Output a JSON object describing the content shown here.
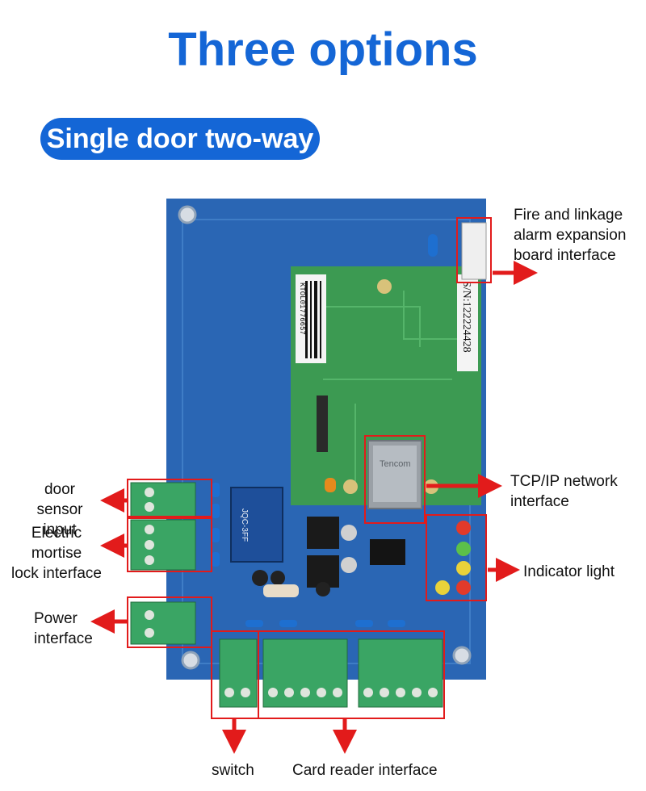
{
  "title": "Three options",
  "badge": "Single door two-way",
  "serial_label": "S/N:122224428",
  "barcode_label": "KTOL01776657",
  "relay_text": "JQC-3FF",
  "rj45_text": "Tencom",
  "colors": {
    "brand_blue": "#1466d6",
    "board_blue": "#2a66b4",
    "module_green": "#3c9a52",
    "terminal_green": "#3aa564",
    "highlight_red": "#e21b1b"
  },
  "callouts": {
    "fire_linkage": [
      "Fire and linkage",
      "alarm expansion",
      "board interface"
    ],
    "tcp_ip": [
      "TCP/IP network",
      "interface"
    ],
    "indicator": "Indicator light",
    "door_sensor": [
      "door",
      "sensor input"
    ],
    "lock": [
      "Electric mortise",
      "lock interface"
    ],
    "power": [
      "Power",
      "interface"
    ],
    "switch": "switch",
    "card_reader": "Card reader interface"
  }
}
